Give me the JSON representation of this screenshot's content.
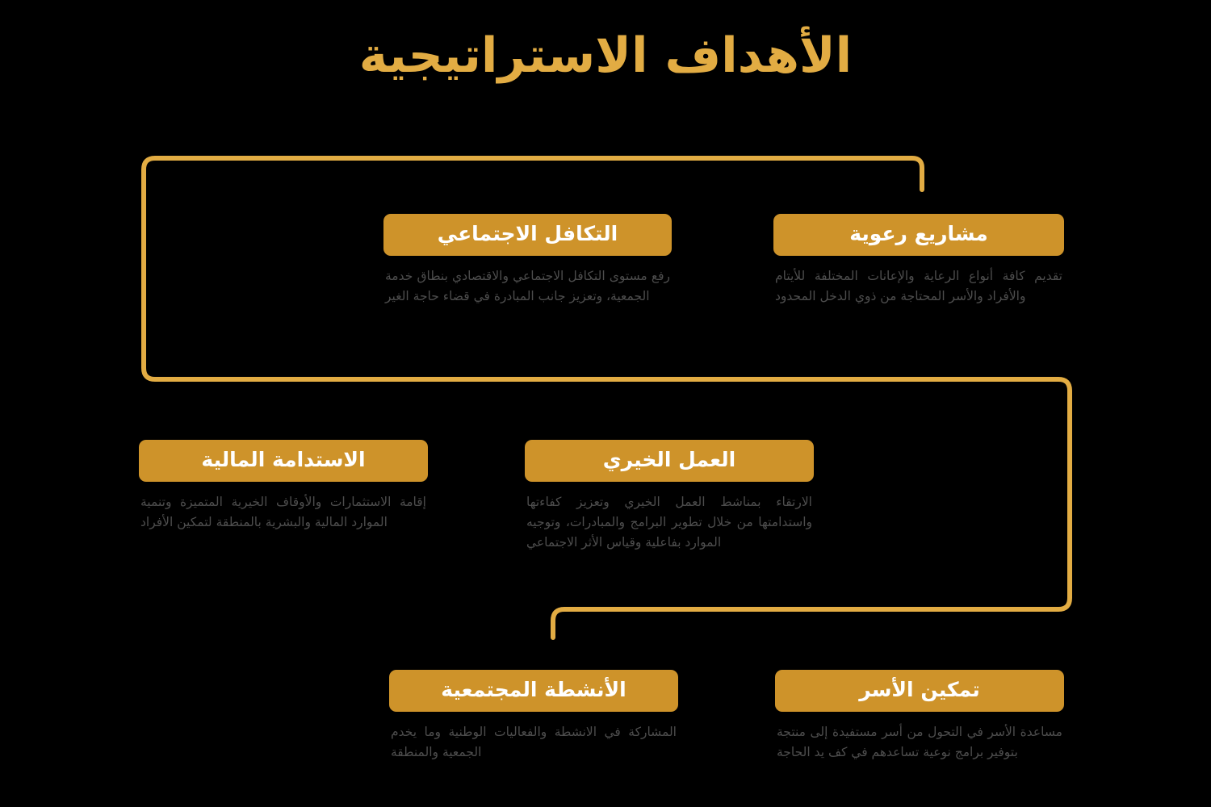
{
  "header": {
    "title": "الأهداف الاستراتيجية"
  },
  "colors": {
    "background": "#000000",
    "accent_gold": "#E2AC43",
    "card_gold": "#CE932A",
    "card_title_text": "#FFFFFF",
    "description_text": "#4D4D4D"
  },
  "cards": [
    {
      "id": "pastoral-projects",
      "title": "مشاريع رعوية",
      "description": "تقديم كافة أنواع الرعاية والإعانات المختلفة للأيتام والأفراد والأسر المحتاجة من ذوي الدخل المحدود"
    },
    {
      "id": "social-solidarity",
      "title": "التكافل الاجتماعي",
      "description": "رفع مستوى التكافل الاجتماعي والاقتصادي بنطاق خدمة الجمعية، وتعزيز جانب المبادرة في قضاء حاجة الغير"
    },
    {
      "id": "financial-sustainability",
      "title": "الاستدامة المالية",
      "description": "إقامة الاستثمارات والأوقاف الخيرية المتميزة وتنمية الموارد المالية والبشرية بالمنطقة لتمكين الأفراد"
    },
    {
      "id": "charitable-work",
      "title": "العمل الخيري",
      "description": "الارتقاء بمناشط العمل الخيري وتعزيز كفاءتها واستدامتها من خلال تطوير البرامج والمبادرات، وتوجيه الموارد بفاعلية وقياس الأثر الاجتماعي"
    },
    {
      "id": "community-activities",
      "title": "الأنشطة المجتمعية",
      "description": "المشاركة في الانشطة والفعاليات الوطنية وما يخدم الجمعية والمنطقة"
    },
    {
      "id": "family-empowerment",
      "title": "تمكين الأسر",
      "description": "مساعدة الأسر في التحول من أسر مستفيدة إلى منتجة بتوفير برامج نوعية تساعدهم في كف يد الحاجة"
    }
  ],
  "connector": {
    "name": "snaking-flow-line",
    "stroke_color": "#E2AC43",
    "stroke_width": 6
  }
}
